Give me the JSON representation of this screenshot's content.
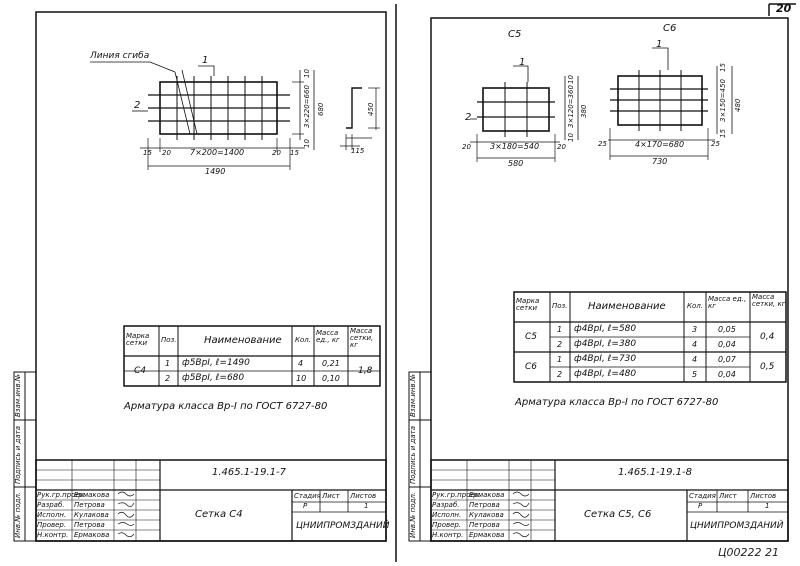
{
  "page_number": "20",
  "archive_code": "Ц00222 21",
  "left": {
    "drawing": {
      "bend_line_label": "Линия сгиба",
      "pos1": "1",
      "pos2": "2",
      "dim_15": "15",
      "dim_20a": "20",
      "dim_spacing": "7×200=1400",
      "dim_20b": "20",
      "dim_15b": "15",
      "dim_total": "1490",
      "dim_vert": "3×220=660",
      "dim_10a": "10",
      "dim_10b": "10",
      "dim_680": "680",
      "dim_450": "450",
      "dim_115": "115"
    },
    "spec": {
      "headers": {
        "mark": "Марка сетки",
        "pos": "Поз.",
        "name": "Наименование",
        "qty": "Кол.",
        "unit_mass": "Масса ед., кг",
        "total_mass": "Масса сетки, кг"
      },
      "mark": "С4",
      "rows": [
        {
          "pos": "1",
          "name": "ф5ВрI,  ℓ=1490",
          "qty": "4",
          "mass": "0,21"
        },
        {
          "pos": "2",
          "name": "ф5ВрI,  ℓ=680",
          "qty": "10",
          "mass": "0,10"
        }
      ],
      "total": "1,8"
    },
    "note": "Арматура класса Вр-I по ГОСТ 6727-80",
    "title_block": {
      "doc_code": "1.465.1-19.1-7",
      "title": "Сетка С4",
      "stage_hdr": "Стадия",
      "sheet_hdr": "Лист",
      "sheets_hdr": "Листов",
      "stage": "Р",
      "sheets": "1",
      "org": "ЦНИИПРОМЗДАНИЙ",
      "roles": [
        "Рук.гр.проек.",
        "Разраб.",
        "Исполн.",
        "Провер.",
        "Н.контр."
      ],
      "names": [
        "Ермакова",
        "Петрова",
        "Кулакова",
        "Петрова",
        "Ермакова"
      ],
      "side": [
        "Инв.№ подл.",
        "Подпись и дата",
        "Взам.инв.№"
      ]
    }
  },
  "right": {
    "drawing": {
      "c5_label": "С5",
      "c6_label": "С6",
      "pos1": "1",
      "pos1b": "1",
      "pos2": "2",
      "c5_20a": "20",
      "c5_spacing": "3×180=540",
      "c5_20b": "20",
      "c5_total": "580",
      "c5_vert": "3×120=360",
      "c5_10a": "10",
      "c5_10b": "10",
      "c5_380": "380",
      "c6_25a": "25",
      "c6_spacing": "4×170=680",
      "c6_25b": "25",
      "c6_total": "730",
      "c6_vert": "3×150=450",
      "c6_15a": "15",
      "c6_15b": "15",
      "c6_480": "480"
    },
    "spec": {
      "headers": {
        "mark": "Марка сетки",
        "pos": "Поз.",
        "name": "Наименование",
        "qty": "Кол.",
        "unit_mass": "Масса ед., кг",
        "total_mass": "Масса сетки, кг"
      },
      "groups": [
        {
          "mark": "С5",
          "total": "0,4",
          "rows": [
            {
              "pos": "1",
              "name": "ф4ВрI,  ℓ=580",
              "qty": "3",
              "mass": "0,05"
            },
            {
              "pos": "2",
              "name": "ф4ВрI,  ℓ=380",
              "qty": "4",
              "mass": "0,04"
            }
          ]
        },
        {
          "mark": "С6",
          "total": "0,5",
          "rows": [
            {
              "pos": "1",
              "name": "ф4ВрI,  ℓ=730",
              "qty": "4",
              "mass": "0,07"
            },
            {
              "pos": "2",
              "name": "ф4ВрI,  ℓ=480",
              "qty": "5",
              "mass": "0,04"
            }
          ]
        }
      ]
    },
    "note": "Арматура класса Вр-I по ГОСТ 6727-80",
    "title_block": {
      "doc_code": "1.465.1-19.1-8",
      "title": "Сетка С5, С6",
      "stage_hdr": "Стадия",
      "sheet_hdr": "Лист",
      "sheets_hdr": "Листов",
      "stage": "Р",
      "sheets": "1",
      "org": "ЦНИИПРОМЗДАНИЙ",
      "roles": [
        "Рук.гр.проек.",
        "Разраб.",
        "Исполн.",
        "Провер.",
        "Н.контр."
      ],
      "names": [
        "Ермакова",
        "Петрова",
        "Кулакова",
        "Петрова",
        "Ермакова"
      ],
      "side": [
        "Инв.№ подл.",
        "Подпись и дата",
        "Взам.инв.№"
      ]
    }
  }
}
